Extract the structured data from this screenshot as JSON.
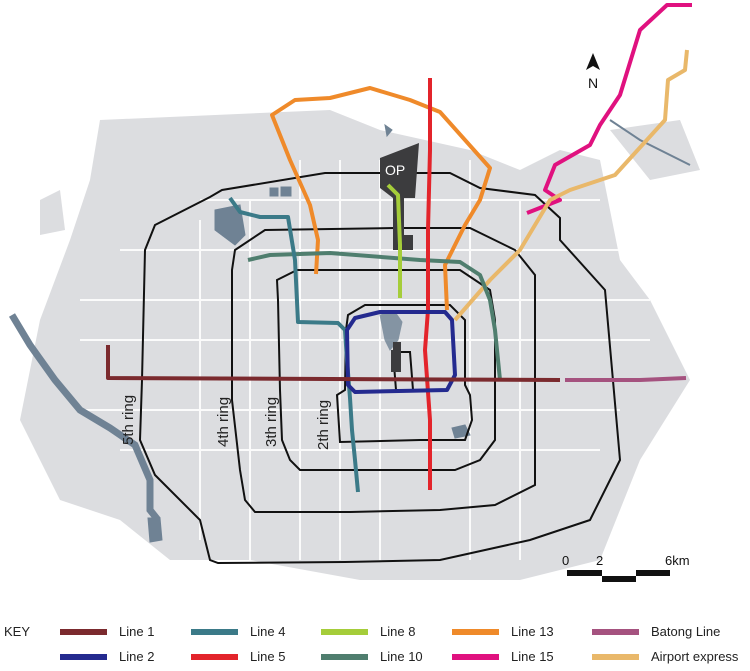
{
  "map": {
    "north_label": "N",
    "op_label": "OP",
    "ring_labels": [
      "5th ring",
      "4th ring",
      "3th ring",
      "2th ring"
    ],
    "scale_bar": {
      "labels": [
        "0",
        "2",
        "6km"
      ]
    }
  },
  "legend": {
    "title": "KEY",
    "items": [
      {
        "label": "Line 1",
        "color": "#7b2a2e"
      },
      {
        "label": "Line 2",
        "color": "#242a8f"
      },
      {
        "label": "Line 4",
        "color": "#3b7a88"
      },
      {
        "label": "Line 5",
        "color": "#e3242b"
      },
      {
        "label": "Line 8",
        "color": "#a5cd3a"
      },
      {
        "label": "Line 10",
        "color": "#4f7e6e"
      },
      {
        "label": "Line 13",
        "color": "#ef8a2a"
      },
      {
        "label": "Line 15",
        "color": "#e0117f"
      },
      {
        "label": "Batong Line",
        "color": "#a5527f"
      },
      {
        "label": "Airport express",
        "color": "#e9b86a"
      }
    ]
  }
}
